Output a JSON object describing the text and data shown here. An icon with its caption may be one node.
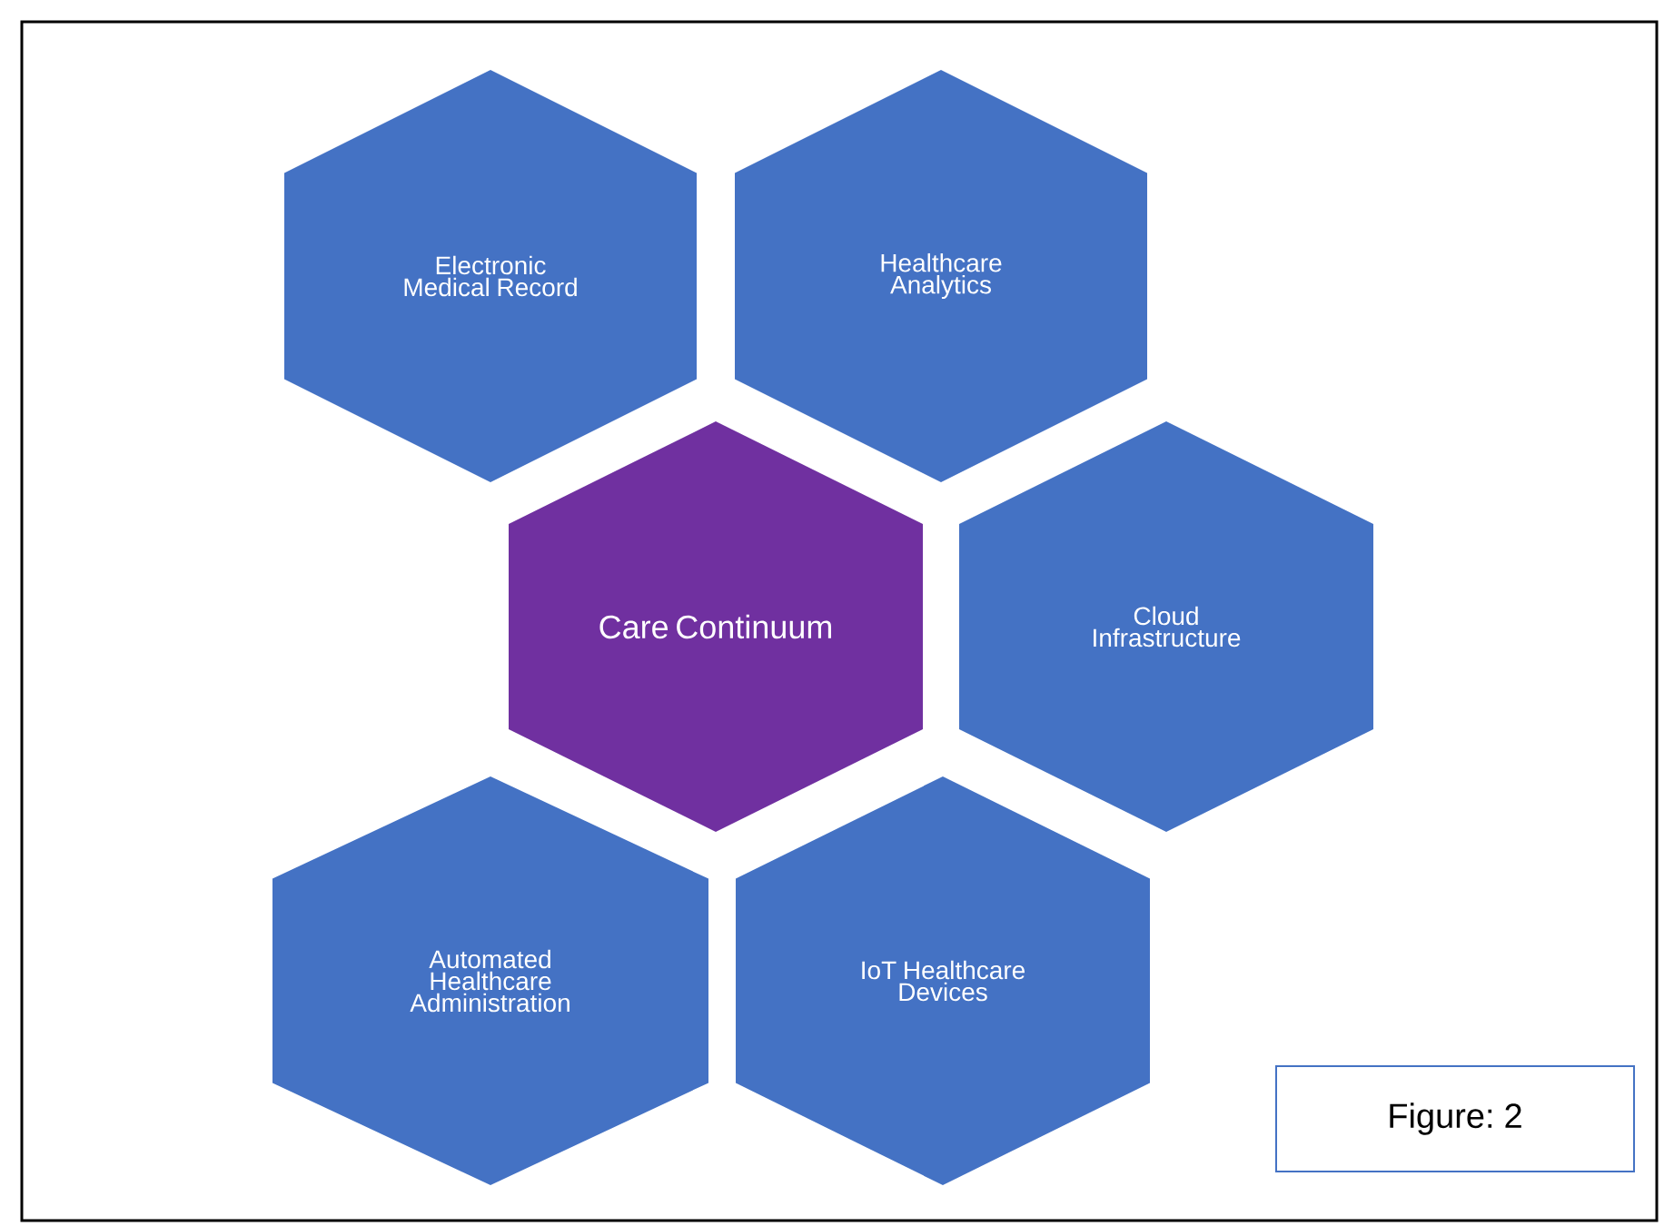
{
  "diagram": {
    "nodes": [
      {
        "text": [
          "Electronic Medical Record"
        ]
      },
      {
        "text": [
          "Healthcare Analytics"
        ]
      },
      {
        "text": [
          "Care Continuum"
        ]
      },
      {
        "text": [
          "Cloud Infrastructure"
        ]
      },
      {
        "text": [
          "Automated Healthcare Administration"
        ]
      },
      {
        "text": [
          "IoT Healthcare Devices"
        ]
      },
      {
        "text": [
          "Figure: 2"
        ]
      }
    ]
  }
}
